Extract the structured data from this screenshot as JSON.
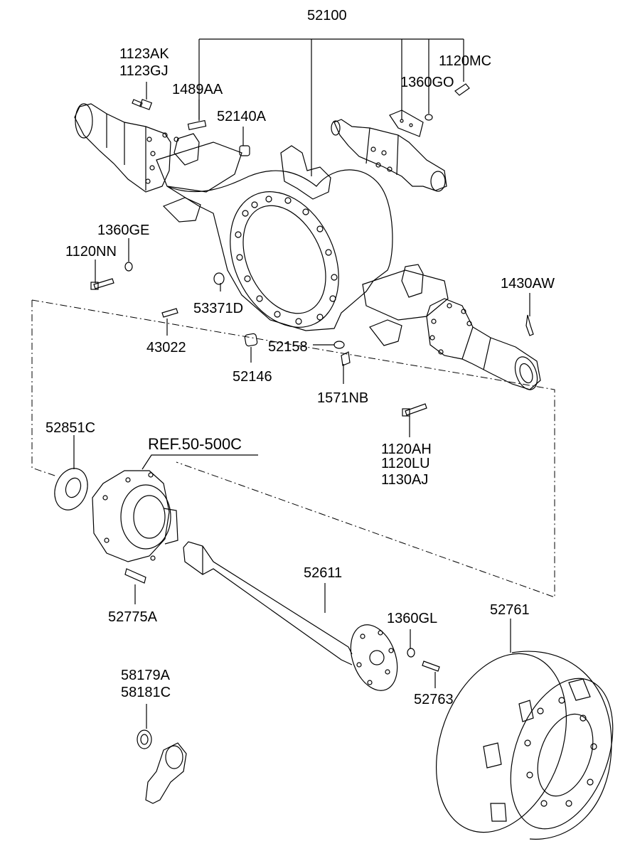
{
  "labels": {
    "p52100": "52100",
    "p1123AK": "1123AK",
    "p1123GJ": "1123GJ",
    "p1489AA": "1489AA",
    "p52140A": "52140A",
    "p1360GO": "1360GO",
    "p1120MC": "1120MC",
    "p1360GE": "1360GE",
    "p1120NN": "1120NN",
    "p53371D": "53371D",
    "p43022": "43022",
    "p52158": "52158",
    "p52146": "52146",
    "p1571NB": "1571NB",
    "p1430AW": "1430AW",
    "p1120AH": "1120AH",
    "p1120LU": "1120LU",
    "p1130AJ": "1130AJ",
    "p52851C": "52851C",
    "ref": "REF.50-500C",
    "p52775A": "52775A",
    "p52611": "52611",
    "p1360GL": "1360GL",
    "p52761": "52761",
    "p52763": "52763",
    "p58179A": "58179A",
    "p58181C": "58181C"
  }
}
